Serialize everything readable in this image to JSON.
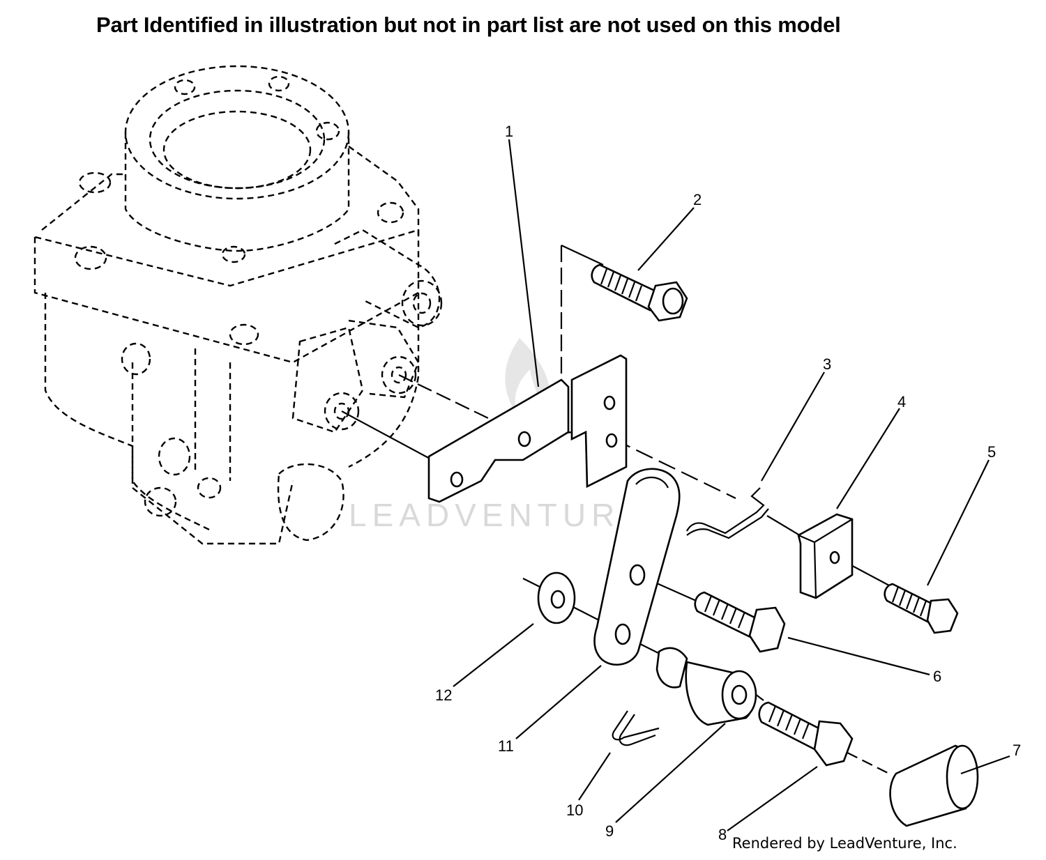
{
  "header": {
    "note": "Part Identified in illustration but not in part list are not used on this model"
  },
  "callouts": [
    "1",
    "2",
    "3",
    "4",
    "5",
    "6",
    "7",
    "8",
    "9",
    "10",
    "11",
    "12"
  ],
  "watermark": {
    "text": "LEADVENTURE"
  },
  "footer": {
    "credit": "Rendered by LeadVenture, Inc."
  },
  "colors": {
    "ink": "#000000",
    "background": "#ffffff",
    "watermark": "#d9d9d9"
  }
}
